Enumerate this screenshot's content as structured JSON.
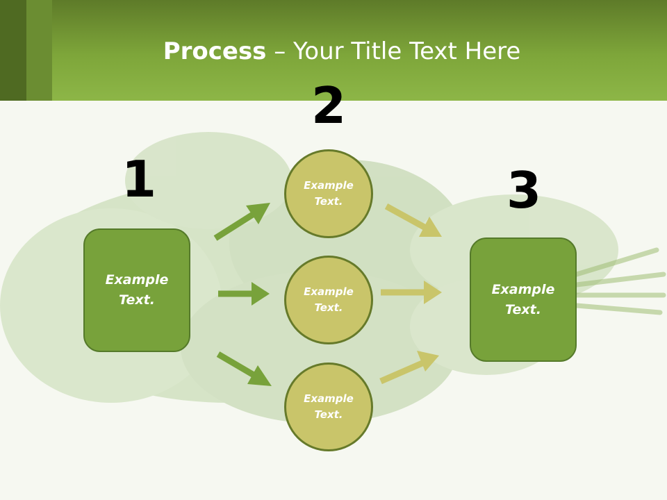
{
  "title": {
    "bold": "Process",
    "rest": " – Your Title Text Here"
  },
  "steps": {
    "one": "1",
    "two": "2",
    "three": "3"
  },
  "left_box": {
    "text": "Example\nText."
  },
  "right_box": {
    "text": "Example\nText."
  },
  "circles": [
    {
      "text": "Example\nText."
    },
    {
      "text": "Example\nText."
    },
    {
      "text": "Example\nText."
    }
  ],
  "colors": {
    "header": "#7ea63a",
    "box_fill": "#78a23b",
    "circle_fill": "#c9c56a",
    "arrow_green": "#78a23b",
    "arrow_yellow": "#c9c56a"
  }
}
